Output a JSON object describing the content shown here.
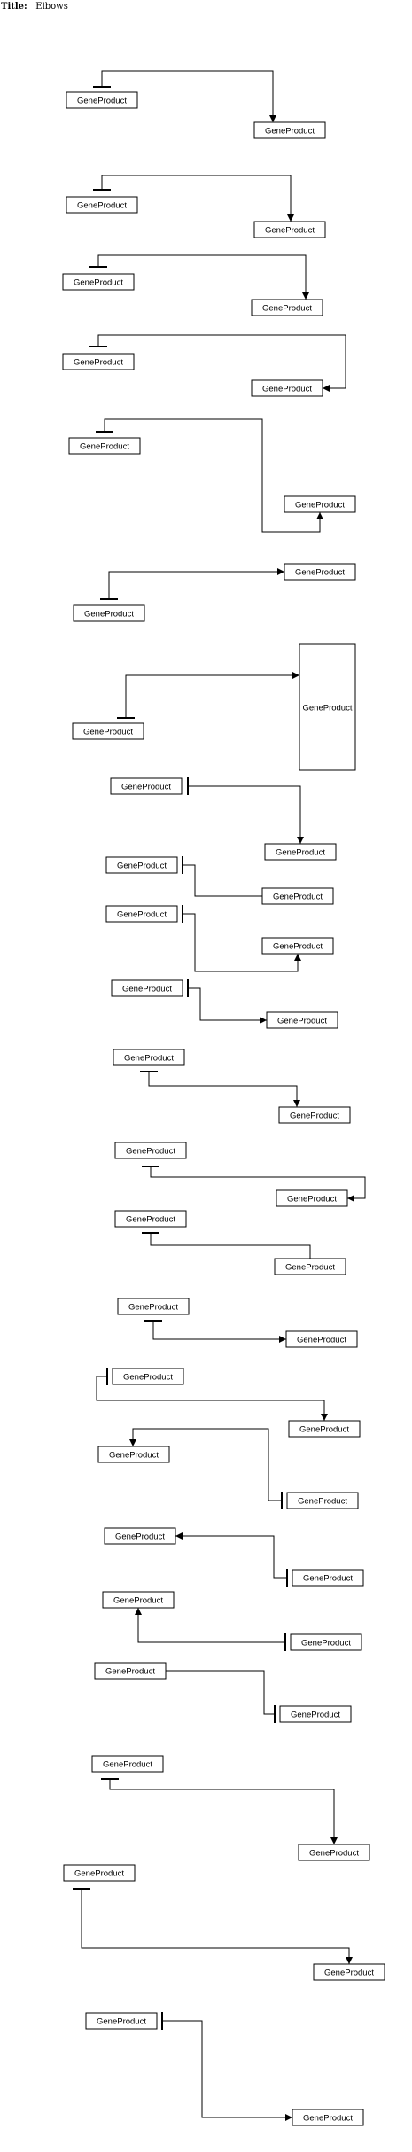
{
  "title": {
    "label": "Title:",
    "value": "Elbows"
  },
  "node_label": "GeneProduct",
  "colors": {
    "line": "#000000",
    "box_fill": "#ffffff",
    "box_stroke": "#000000"
  }
}
